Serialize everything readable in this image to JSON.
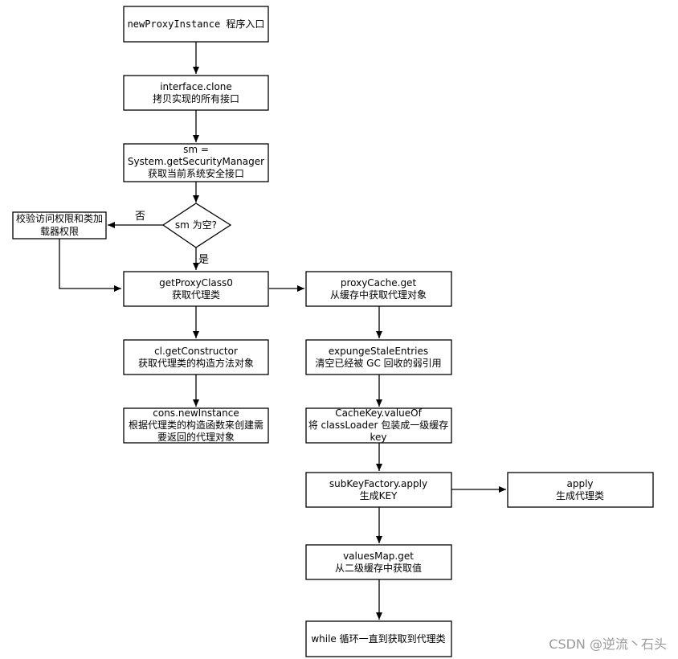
{
  "nodes": {
    "entry": [
      "newProxyInstance 程序入口"
    ],
    "interface_clone": [
      "interface.clone",
      "拷贝实现的所有接口"
    ],
    "security_manager": [
      "sm =",
      "System.getSecurityManager",
      "获取当前系统安全接口"
    ],
    "sm_null_check": [
      "sm 为空?"
    ],
    "check_access": [
      "校验访问权限和类加",
      "载器权限"
    ],
    "get_proxy_class0": [
      "getProxyClass0",
      "获取代理类"
    ],
    "get_constructor": [
      "cl.getConstructor",
      "获取代理类的构造方法对象"
    ],
    "new_instance": [
      "cons.newInstance",
      "根据代理类的构造函数来创建需",
      "要返回的代理对象"
    ],
    "proxy_cache_get": [
      "proxyCache.get",
      "从缓存中获取代理对象"
    ],
    "expunge_stale": [
      "expungeStaleEntries",
      "清空已经被 GC 回收的弱引用"
    ],
    "cache_key_valueof": [
      "CacheKey.valueOf",
      "将 classLoader 包装成一级缓存",
      "key"
    ],
    "subkey_factory_apply": [
      "subKeyFactory.apply",
      "生成KEY"
    ],
    "apply": [
      "apply",
      "生成代理类"
    ],
    "values_map_get": [
      "valuesMap.get",
      "从二级缓存中获取值"
    ],
    "while_loop": [
      "while 循环一直到获取到代理类"
    ]
  },
  "edge_labels": {
    "no": "否",
    "yes": "是"
  },
  "watermark": "CSDN @逆流丶石头"
}
